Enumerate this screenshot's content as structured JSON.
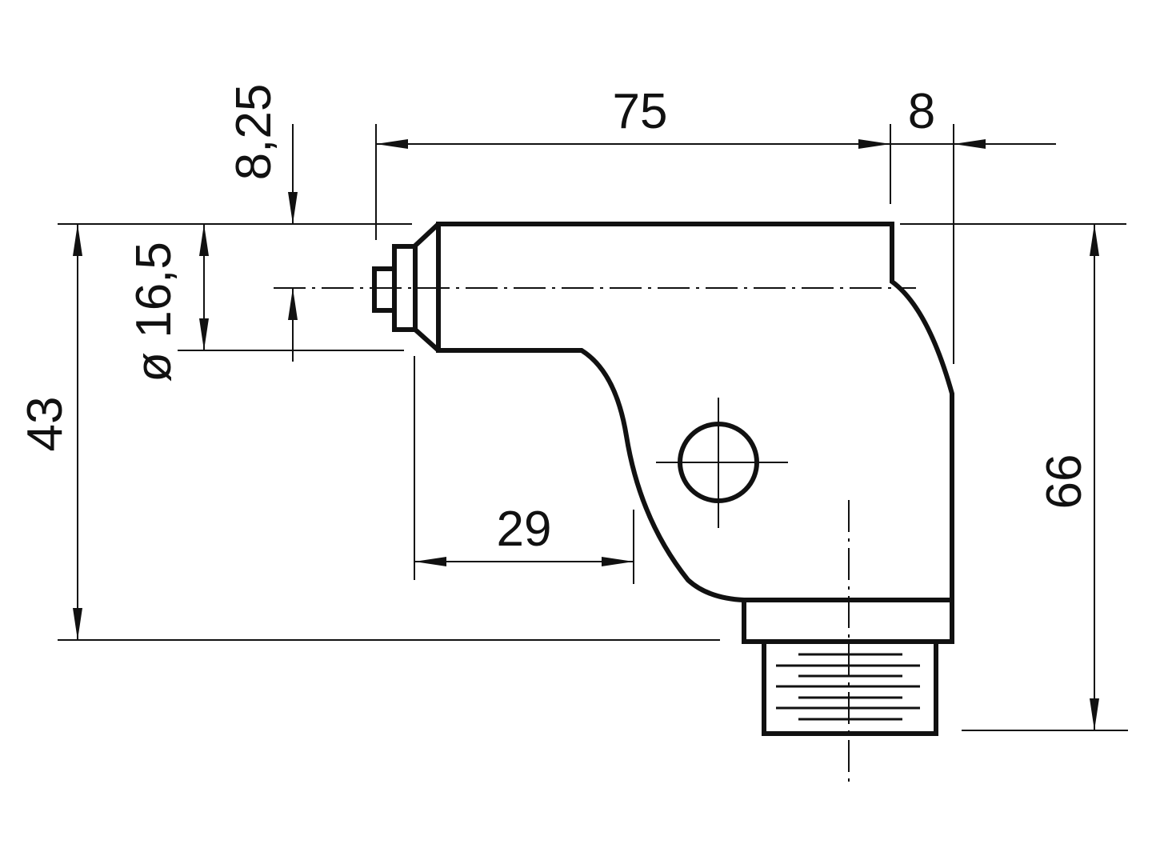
{
  "drawing": {
    "dimensions": {
      "length_75": "75",
      "offset_8": "8",
      "offset_8_25": "8,25",
      "diameter_16_5": "ø 16,5",
      "height_43": "43",
      "height_66": "66",
      "width_29": "29"
    }
  }
}
